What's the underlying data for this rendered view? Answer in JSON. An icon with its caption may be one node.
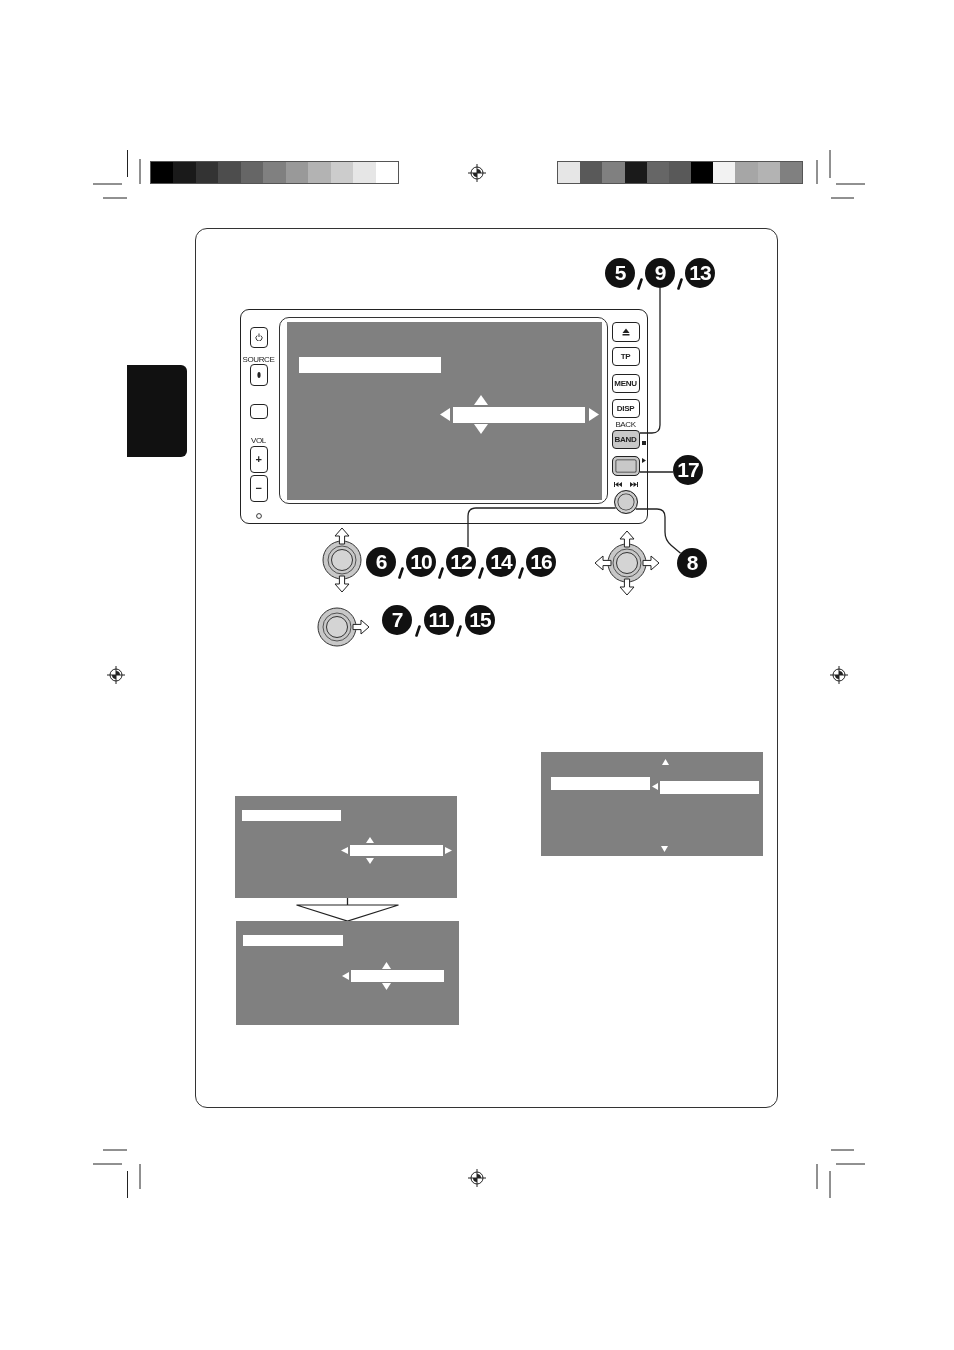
{
  "diagram": {
    "nodes": [
      {
        "text": [],
        "shape": "bar"
      },
      {
        "text": [],
        "shape": "bar"
      },
      {
        "text": [
          "5",
          "9",
          "13"
        ]
      },
      {
        "text": [],
        "shape": "picture"
      },
      {
        "text": [],
        "shape": "box",
        "in": 3
      },
      {
        "text": [],
        "shape": "bar",
        "in": 4
      },
      {
        "text": [],
        "shape": "bar",
        "in": 4
      },
      {
        "text": [
          "BAND"
        ],
        "beside": [
          "BACK"
        ],
        "in": 3
      },
      {
        "text": [],
        "shape": "box",
        "in": 3
      },
      {
        "text": [],
        "shape": "circle",
        "in": 3
      },
      {
        "text": [],
        "shape": "box"
      },
      {
        "text": [
          "17"
        ]
      },
      {
        "text": [
          "6",
          "10",
          "12",
          "14",
          "16"
        ]
      },
      {
        "text": [
          "8"
        ]
      },
      {
        "text": [
          "7",
          "11",
          "15"
        ]
      },
      {
        "text": [],
        "shape": "box"
      },
      {
        "text": [],
        "shape": "box"
      },
      {
        "text": [],
        "shape": "box"
      }
    ],
    "edges": [
      {
        "from": 2,
        "to": 7,
        "arrow": "none"
      },
      {
        "from": 11,
        "to": 8,
        "arrow": "none"
      },
      {
        "from": 12,
        "to": 9,
        "arrow": "none"
      },
      {
        "from": 13,
        "to": 9,
        "arrow": "none"
      },
      {
        "from": 15,
        "to": 16,
        "arrow": "to"
      }
    ],
    "labels": [
      "TP",
      "SOURCE",
      "MENU",
      "DISP",
      "VOL",
      "+",
      "−"
    ]
  }
}
